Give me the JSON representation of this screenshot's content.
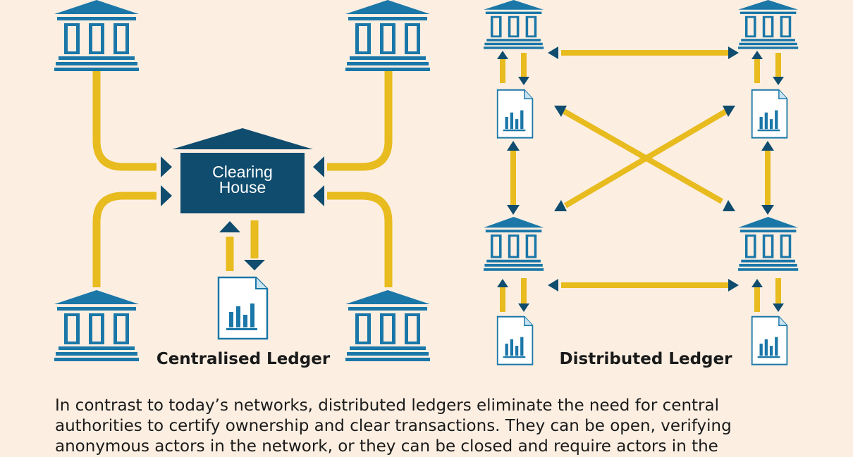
{
  "centralised": {
    "hub_label_line1": "Clearing",
    "hub_label_line2": "House",
    "title": "Centralised Ledger"
  },
  "distributed": {
    "title": "Distributed Ledger"
  },
  "caption": {
    "lines": [
      "In contrast to today’s networks, distributed ledgers eliminate the need for central",
      "authorities to certify ownership and clear transactions. They can be open, verifying",
      "anonymous actors in the network, or they can be closed and require actors in the"
    ]
  },
  "colors": {
    "background": "#fcefe2",
    "bank": "#1a77a8",
    "hub": "#0f4c6e",
    "connector": "#e8bb1f",
    "arrowhead": "#0f4c6e",
    "document_stroke": "#1a77a8"
  },
  "icons": [
    "bank-icon",
    "document-chart-icon",
    "arrowhead-icon"
  ]
}
